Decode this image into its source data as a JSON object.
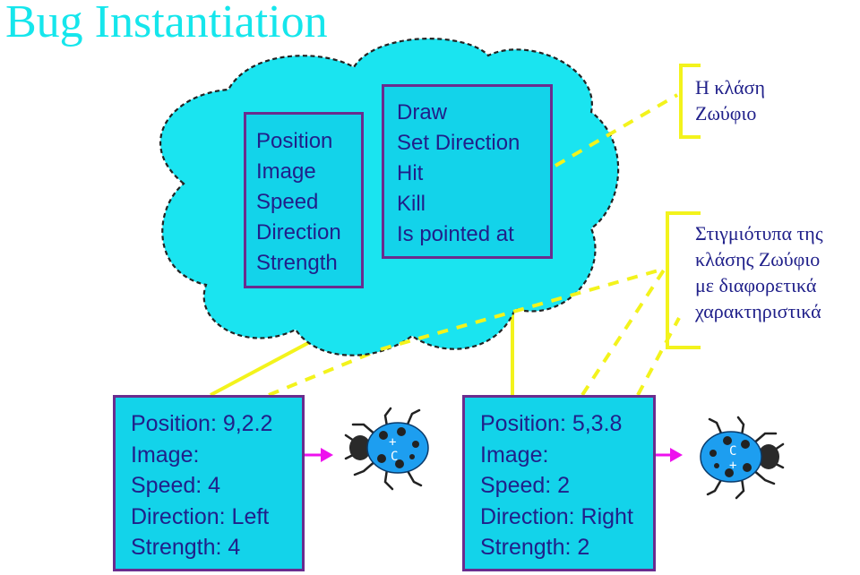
{
  "title": "Bug Instantiation",
  "class_box": {
    "attributes": [
      "Position",
      "Image",
      "Speed",
      "Direction",
      "Strength"
    ],
    "methods": [
      "Draw",
      "Set Direction",
      "Hit",
      "Kill",
      "Is pointed at"
    ]
  },
  "labels": {
    "class": [
      "Η κλάση",
      "Ζωύφιο"
    ],
    "instances": [
      "Στιγμιότυπα της",
      "κλάσης Ζωύφιο",
      "με διαφορετικά",
      "χαρακτηριστικά"
    ]
  },
  "instances": [
    {
      "position": "Position: 9,2.2",
      "image": "Image:",
      "speed": "Speed: 4",
      "direction": "Direction: Left",
      "strength": "Strength: 4"
    },
    {
      "position": "Position: 5,3.8",
      "image": "Image:",
      "speed": "Speed: 2",
      "direction": "Direction: Right",
      "strength": "Strength: 2"
    }
  ],
  "colors": {
    "cloud": "#1ae4f0",
    "box_fill": "#13d3ea",
    "box_border": "#6a2c8e",
    "text": "#20208a",
    "title": "#15e6ec",
    "connector": "#f3f31c",
    "arrow": "#ee11ee",
    "bug_body": "#1d9ef0"
  },
  "icons": [
    "ladybug-icon-left",
    "ladybug-icon-right"
  ]
}
